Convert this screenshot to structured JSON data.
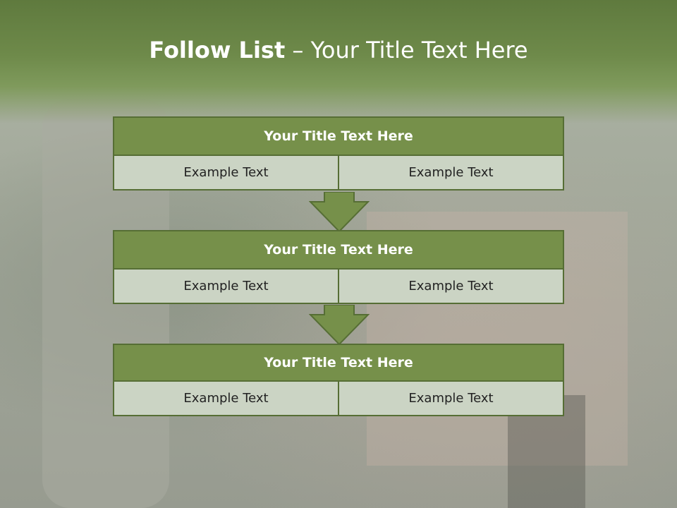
{
  "slide": {
    "title_bold": "Follow List",
    "title_rest": " – Your Title Text Here"
  },
  "blocks": [
    {
      "title": "Your Title Text Here",
      "left": "Example Text",
      "right": "Example Text"
    },
    {
      "title": "Your Title Text Here",
      "left": "Example Text",
      "right": "Example Text"
    },
    {
      "title": "Your Title Text Here",
      "left": "Example Text",
      "right": "Example Text"
    }
  ],
  "colors": {
    "header_green": "#76904a",
    "border_green": "#566e35",
    "cell_bg": "#cbd4c4"
  }
}
